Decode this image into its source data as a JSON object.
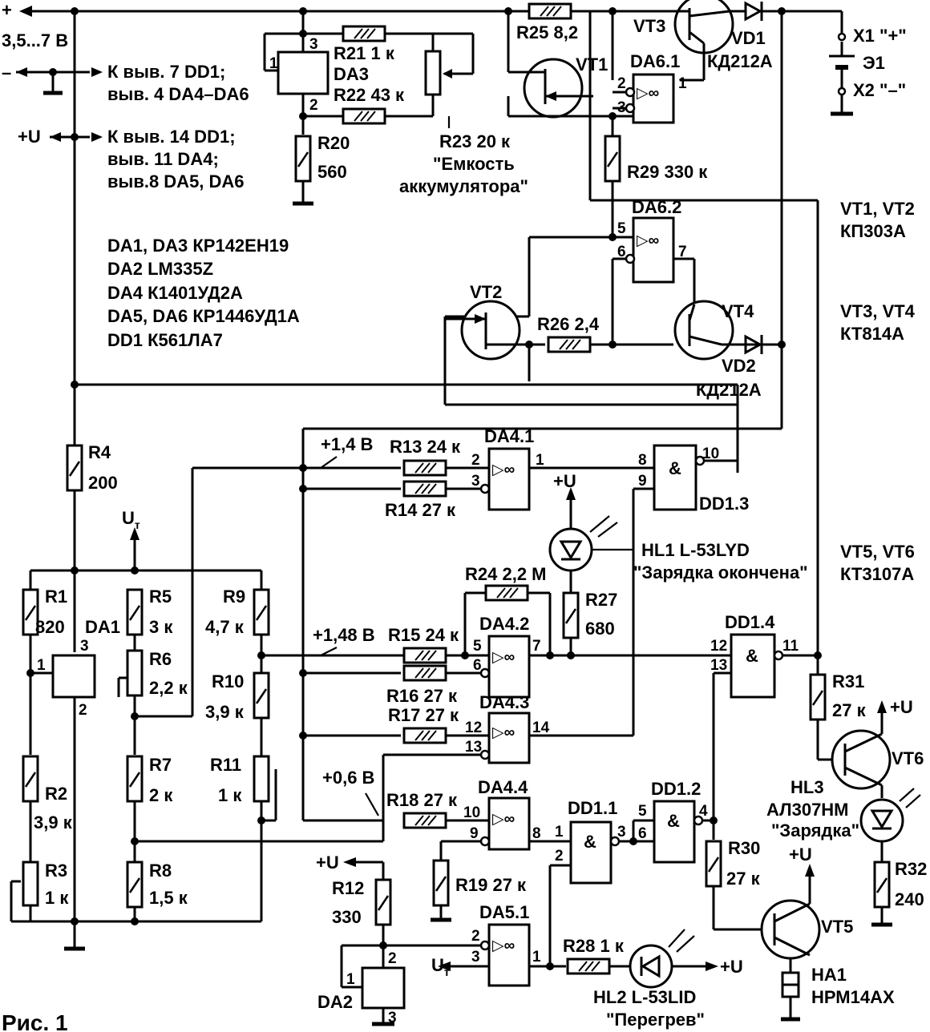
{
  "figure_caption": "Рис. 1",
  "supply": {
    "plus_sign": "+",
    "minus_sign": "–",
    "range": "3,5...7 В",
    "plus_u": "+U",
    "note_minus_line1": "К выв. 7 DD1;",
    "note_minus_line2": "выв. 4 DA4–DA6",
    "note_plus_line1": "К выв. 14 DD1;",
    "note_plus_line2": "выв. 11 DA4;",
    "note_plus_line3": "выв.8 DA5, DA6"
  },
  "parts_list": [
    "DA1, DA3 КР142ЕН19",
    "DA2 LM335Z",
    "DA4 К1401УД2А",
    "DA5, DA6 КР1446УД1А",
    "DD1 К561ЛА7"
  ],
  "transistor_notes": {
    "vt1_vt2_title": "VT1, VT2",
    "vt1_vt2_type": "КП303А",
    "vt3_vt4_title": "VT3, VT4",
    "vt3_vt4_type": "КТ814А",
    "vt5_vt6_title": "VT5, VT6",
    "vt5_vt6_type": "КТ3107А"
  },
  "resistors": {
    "r1": {
      "name": "R1",
      "value": "820"
    },
    "r2": {
      "name": "R2",
      "value": "3,9 к"
    },
    "r3": {
      "name": "R3",
      "value": "1 к"
    },
    "r4": {
      "name": "R4",
      "value": "200"
    },
    "r5": {
      "name": "R5",
      "value": "3 к"
    },
    "r6": {
      "name": "R6",
      "value": "2,2 к"
    },
    "r7": {
      "name": "R7",
      "value": "2 к"
    },
    "r8": {
      "name": "R8",
      "value": "1,5 к"
    },
    "r9": {
      "name": "R9",
      "value": "4,7 к"
    },
    "r10": {
      "name": "R10",
      "value": "3,9 к"
    },
    "r11": {
      "name": "R11",
      "value": "1 к"
    },
    "r12": {
      "name": "R12",
      "value": "330"
    },
    "r13": "R13 24 к",
    "r14": "R14 27 к",
    "r15": "R15 24 к",
    "r16": "R16 27 к",
    "r17": "R17 27 к",
    "r18": "R18 27 к",
    "r19": "R19 27 к",
    "r20": {
      "name": "R20",
      "value": "560"
    },
    "r21": "R21 1 к",
    "r22": "R22 43 к",
    "r23_value": "R23 20 к",
    "r23_title_line1": "\"Емкость",
    "r23_title_line2": "аккумулятора\"",
    "r24": "R24 2,2 М",
    "r25": "R25 8,2",
    "r26": "R26 2,4",
    "r27": {
      "name": "R27",
      "value": "680"
    },
    "r28": "R28 1 к",
    "r29": "R29 330 к",
    "r30": {
      "name": "R30",
      "value": "27 к"
    },
    "r31": {
      "name": "R31",
      "value": "27 к"
    },
    "r32": {
      "name": "R32",
      "value": "240"
    }
  },
  "chips": {
    "da1": "DA1",
    "da2": "DA2",
    "da3": "DA3",
    "da4_1": "DA4.1",
    "da4_2": "DA4.2",
    "da4_3": "DA4.3",
    "da4_4": "DA4.4",
    "da5_1": "DA5.1",
    "da6_1": "DA6.1",
    "da6_2": "DA6.2",
    "dd1_1": "DD1.1",
    "dd1_2": "DD1.2",
    "dd1_3": "DD1.3",
    "dd1_4": "DD1.4",
    "op_symbol": "▷∞",
    "and_symbol": "&"
  },
  "semis": {
    "vt1": "VT1",
    "vt2": "VT2",
    "vt3": "VT3",
    "vt4": "VT4",
    "vt5": "VT5",
    "vt6": "VT6",
    "vd1": "VD1",
    "vd1_type": "КД212А",
    "vd2": "VD2",
    "vd2_type": "КД212А",
    "hl1": "HL1  L-53LYD",
    "hl1_title": "\"Зарядка окончена\"",
    "hl2": "HL2  L-53LID",
    "hl2_title": "\"Перегрев\"",
    "hl3": "HL3",
    "hl3_type": "АЛ307НМ",
    "hl3_title": "\"Зарядка\"",
    "ha1": "HA1",
    "ha1_type": "НРМ14АХ"
  },
  "battery": {
    "x1": "X1 \"+\"",
    "x2": "X2 \"–\"",
    "e1": "Э1"
  },
  "voltages": {
    "v1": "+1,4 В",
    "v2": "+1,48 В",
    "v3": "+0,6 В",
    "ut": "U",
    "ut_sub": "т",
    "plus_u": "+U"
  },
  "pins": {
    "p1": "1",
    "p2": "2",
    "p3": "3",
    "p4": "4",
    "p5": "5",
    "p6": "6",
    "p7": "7",
    "p8": "8",
    "p9": "9",
    "p10": "10",
    "p11": "11",
    "p12": "12",
    "p13": "13",
    "p14": "14"
  }
}
